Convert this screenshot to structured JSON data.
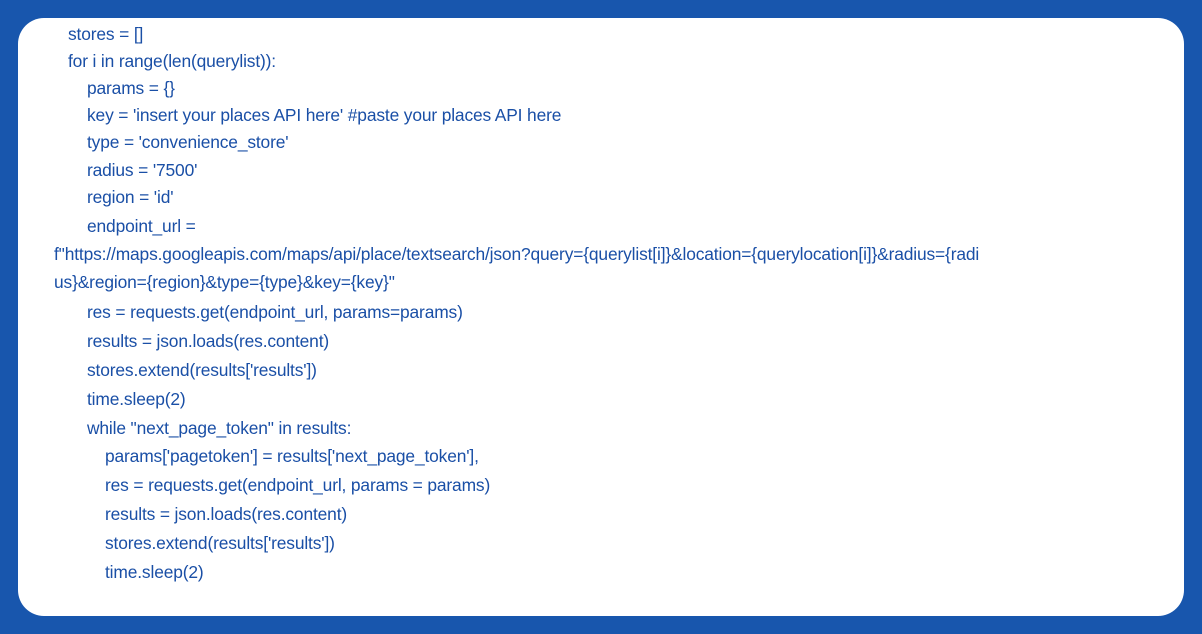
{
  "colors": {
    "background": "#1856ad",
    "card": "#ffffff",
    "text": "#1a4fa6"
  },
  "code": {
    "lines": [
      {
        "indent": 0,
        "text": "stores = []"
      },
      {
        "indent": 0,
        "text": "for i in range(len(querylist)):"
      },
      {
        "indent": 1,
        "text": "params = {}"
      },
      {
        "indent": 1,
        "text": "key = 'insert your places API here' #paste your places API here"
      },
      {
        "indent": 1,
        "text": "type = 'convenience_store'"
      },
      {
        "indent": 1,
        "text": "radius = '7500'"
      },
      {
        "indent": 1,
        "text": "region = 'id'"
      },
      {
        "indent": 1,
        "text": "endpoint_url ="
      },
      {
        "indent": -1,
        "text": "f\"https://maps.googleapis.com/maps/api/place/textsearch/json?query={querylist[i]}&location={querylocation[i]}&radius={radi"
      },
      {
        "indent": -1,
        "text": "us}&region={region}&type={type}&key={key}\""
      },
      {
        "indent": 1,
        "text": "res = requests.get(endpoint_url, params=params)"
      },
      {
        "indent": 1,
        "text": "results = json.loads(res.content)"
      },
      {
        "indent": 1,
        "text": "stores.extend(results['results'])"
      },
      {
        "indent": 1,
        "text": "time.sleep(2)"
      },
      {
        "indent": 1,
        "text": "while \"next_page_token\" in results:"
      },
      {
        "indent": 2,
        "text": "params['pagetoken'] = results['next_page_token'],"
      },
      {
        "indent": 2,
        "text": "res = requests.get(endpoint_url, params = params)"
      },
      {
        "indent": 2,
        "text": "results = json.loads(res.content)"
      },
      {
        "indent": 2,
        "text": "stores.extend(results['results'])"
      },
      {
        "indent": 2,
        "text": "time.sleep(2)"
      }
    ]
  }
}
